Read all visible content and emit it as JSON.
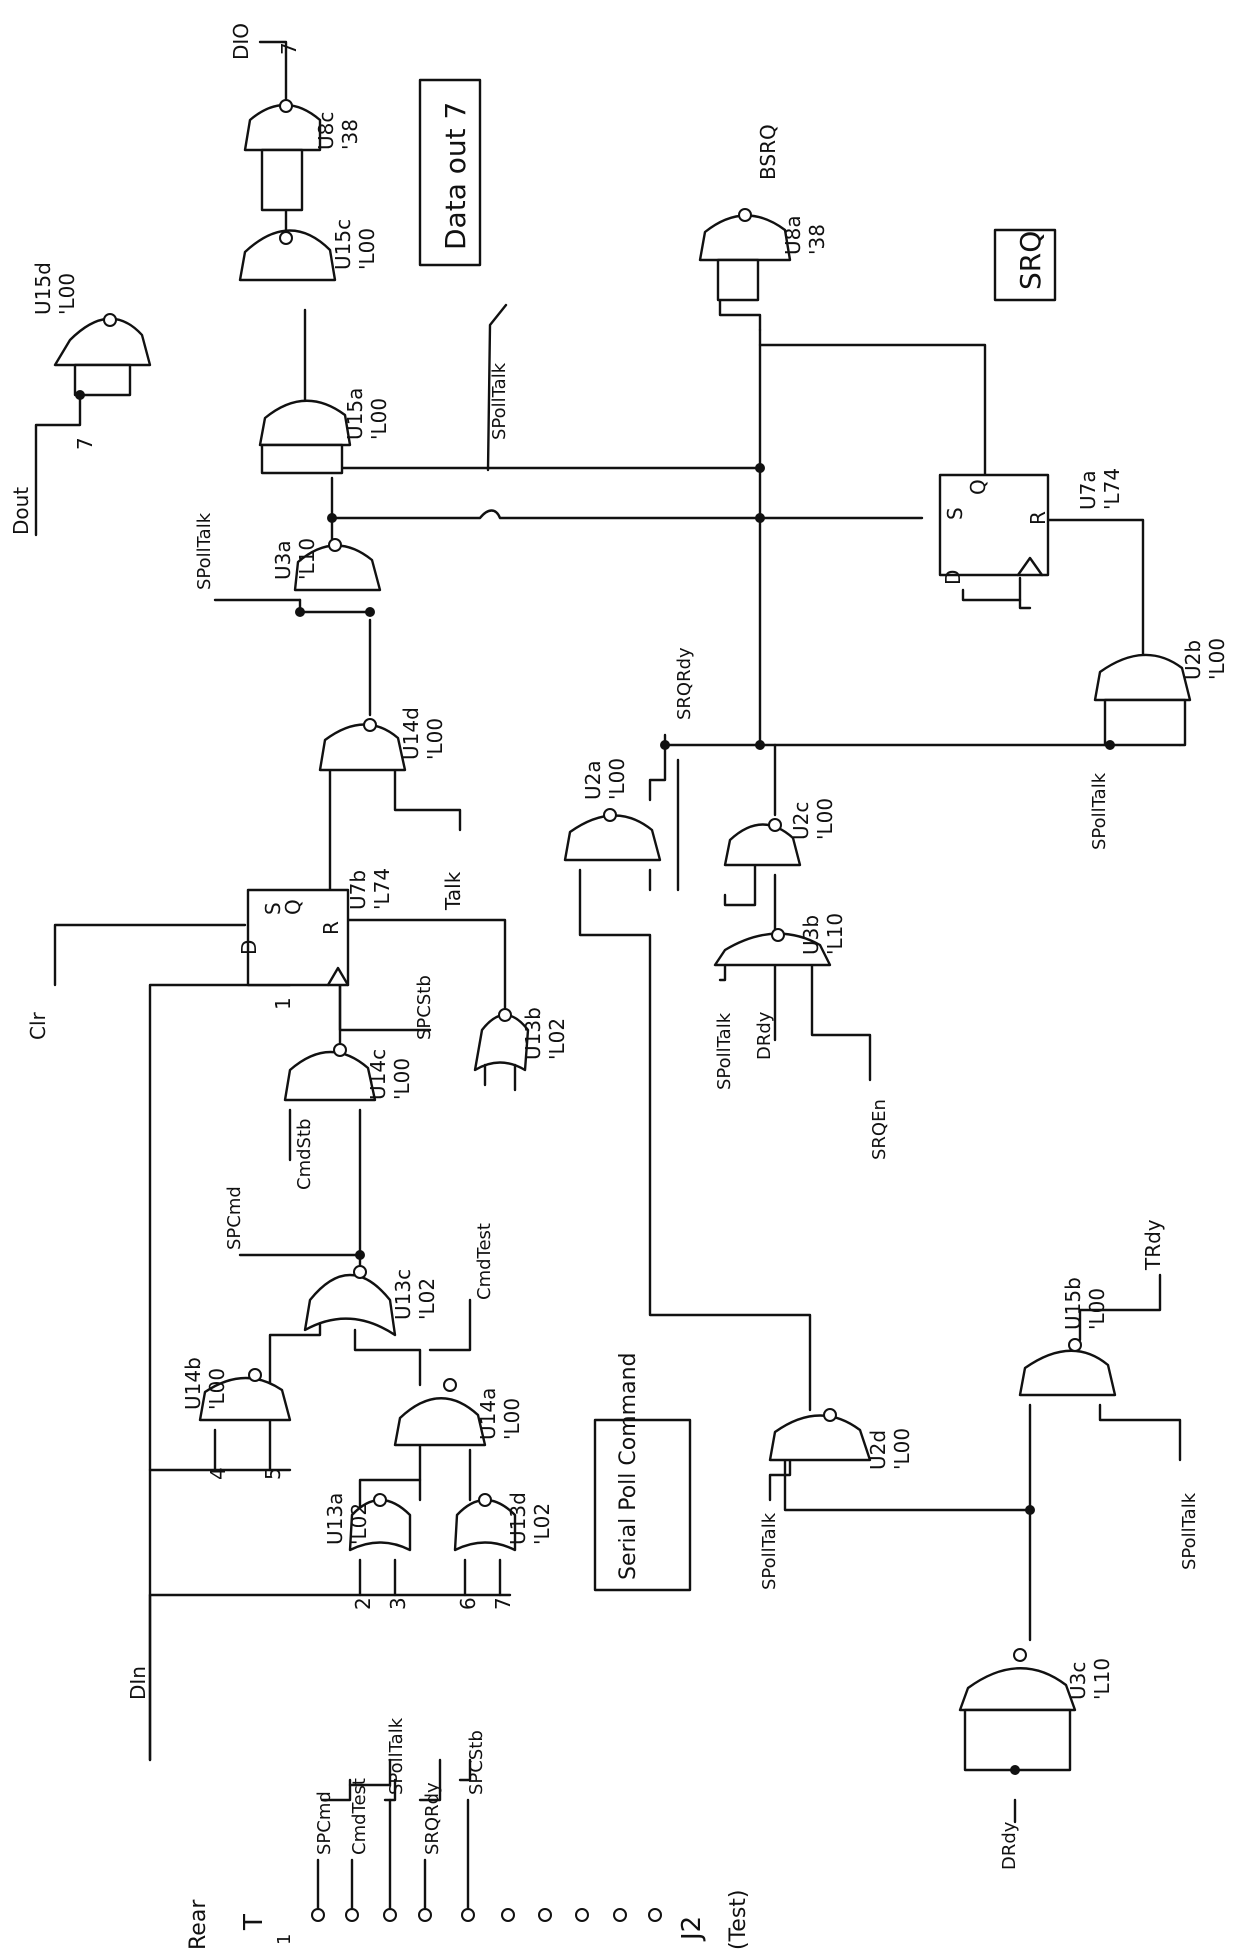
{
  "sheet": {
    "titles": [
      "Data out 7",
      "SRQ",
      "Serial Poll Command"
    ],
    "signals": [
      "DIO",
      "Dout",
      "BSRQ",
      "SPollTalk",
      "SRQRdy",
      "Talk",
      "Clr",
      "SPCStb",
      "SPCmd",
      "CmdStb",
      "CmdTest",
      "DIn",
      "DRdy",
      "SRQEn",
      "TRdy"
    ],
    "pins": [
      "7",
      "1",
      "4",
      "5",
      "2",
      "3",
      "6"
    ],
    "components": [
      {
        "ref": "U8c",
        "part": "'38"
      },
      {
        "ref": "U15c",
        "part": "'L00"
      },
      {
        "ref": "U15d",
        "part": "'L00"
      },
      {
        "ref": "U15a",
        "part": "'L00"
      },
      {
        "ref": "U3a",
        "part": "'L10"
      },
      {
        "ref": "U14d",
        "part": "'L00"
      },
      {
        "ref": "U7b",
        "part": "'L74"
      },
      {
        "ref": "U14c",
        "part": "'L00"
      },
      {
        "ref": "U13b",
        "part": "'L02"
      },
      {
        "ref": "U13c",
        "part": "'L02"
      },
      {
        "ref": "U14b",
        "part": "'L00"
      },
      {
        "ref": "U14a",
        "part": "'L00"
      },
      {
        "ref": "U13a",
        "part": "'L02"
      },
      {
        "ref": "U13d",
        "part": "'L02"
      },
      {
        "ref": "U8a",
        "part": "'38"
      },
      {
        "ref": "U7a",
        "part": "'L74"
      },
      {
        "ref": "U2b",
        "part": "'L00"
      },
      {
        "ref": "U2a",
        "part": "'L00"
      },
      {
        "ref": "U2c",
        "part": "'L00"
      },
      {
        "ref": "U3b",
        "part": "'L10"
      },
      {
        "ref": "U2d",
        "part": "'L00"
      },
      {
        "ref": "U15b",
        "part": "'L00"
      },
      {
        "ref": "U3c",
        "part": "'L10"
      }
    ],
    "ff_pins": [
      "D",
      "S",
      "Q",
      "R"
    ],
    "connector": {
      "title": "Rear",
      "tee": "T",
      "pin1": "1",
      "signals": [
        "SPCmd",
        "CmdTest",
        "SPollTalk",
        "SRQRdy",
        "SPCStb"
      ],
      "name": "J2",
      "note": "(Test)"
    }
  }
}
